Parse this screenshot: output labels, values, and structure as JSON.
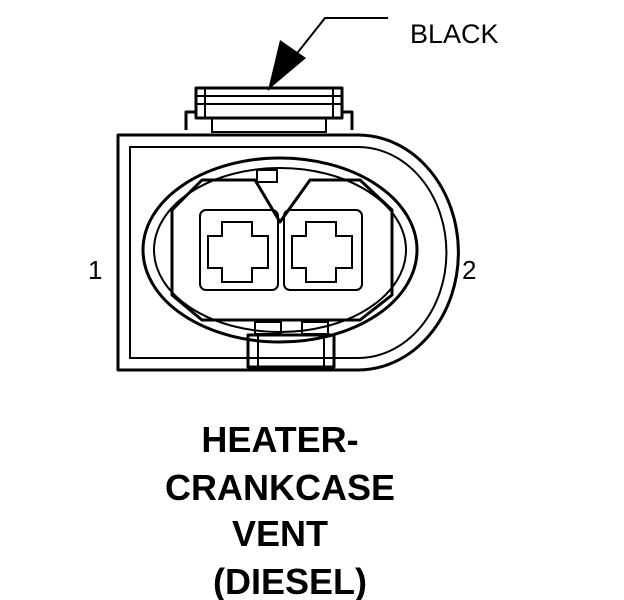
{
  "callout": {
    "label": "BLACK"
  },
  "pins": {
    "left": "1",
    "right": "2"
  },
  "title": {
    "line1": "HEATER-",
    "line2": "CRANKCASE",
    "line3": "VENT",
    "line4": "(DIESEL)"
  },
  "colors": {
    "ink": "#000000",
    "background": "#ffffff"
  }
}
